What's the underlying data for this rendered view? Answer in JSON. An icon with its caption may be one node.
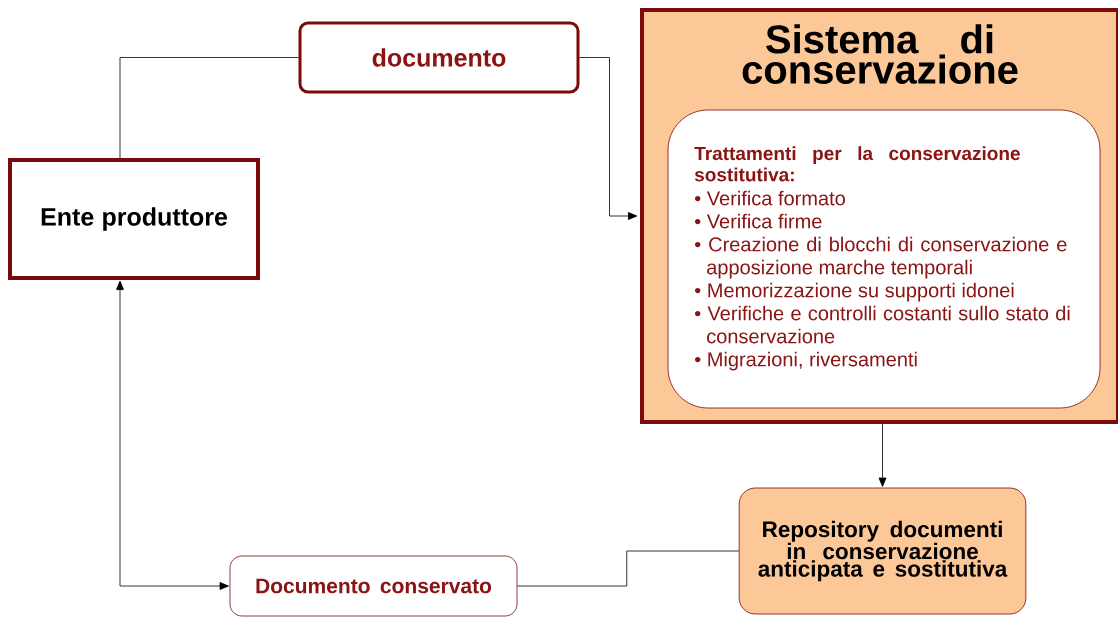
{
  "diagram": {
    "nodes": [
      {
        "text": [
          "Ente produttore"
        ]
      },
      {
        "text": [
          "documento"
        ]
      },
      {
        "text": [
          "Sistema di conservazione"
        ]
      },
      {
        "text": [
          "Trattamenti per la conservazione sostitutiva:",
          "• Verifica formato",
          "• Verifica firme",
          "• Creazione di blocchi di conservazione e apposizione marche temporali",
          "• Memorizzazione su supporti idonei",
          "• Verifiche e controlli costanti sullo stato di conservazione",
          "• Migrazioni, riversamenti"
        ],
        "in": 2
      },
      {
        "text": [
          "Repository documenti in conservazione anticipata e sostitutiva"
        ]
      },
      {
        "text": [
          "Documento conservato"
        ]
      }
    ],
    "edges": [
      {
        "from": 0,
        "to": 1,
        "arrow": "none"
      },
      {
        "from": 1,
        "to": 2,
        "arrow": "to"
      },
      {
        "from": 2,
        "to": 4,
        "arrow": "to"
      },
      {
        "from": 4,
        "to": 5,
        "arrow": "none"
      },
      {
        "from": 5,
        "to": 0,
        "arrow": "both"
      }
    ]
  }
}
